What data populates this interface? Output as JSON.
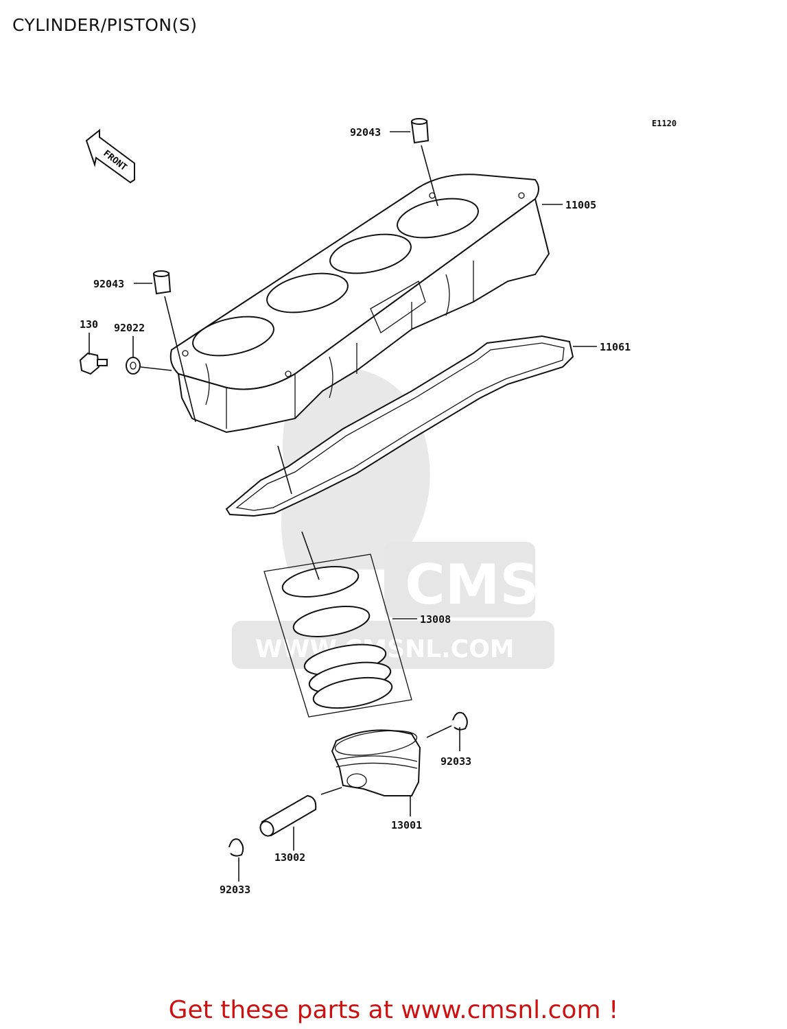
{
  "title": "CYLINDER/PISTON(S)",
  "diagram_code": "E1120",
  "front_label": "FRONT",
  "watermark": {
    "logo_text": "CMS",
    "url_text": "WWW.CMSNL.COM"
  },
  "parts": [
    {
      "number": "92043"
    },
    {
      "number": "11005"
    },
    {
      "number": "92043"
    },
    {
      "number": "130"
    },
    {
      "number": "92022"
    },
    {
      "number": "11061"
    },
    {
      "number": "13008"
    },
    {
      "number": "92033"
    },
    {
      "number": "13001"
    },
    {
      "number": "13002"
    },
    {
      "number": "92033"
    }
  ],
  "call_to_action": "Get these parts at www.cmsnl.com !"
}
